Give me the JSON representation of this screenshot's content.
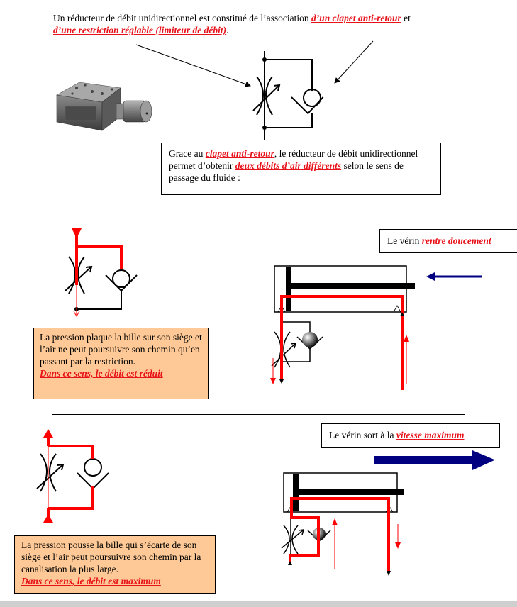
{
  "intro": {
    "text_before": "Un réducteur de débit unidirectionnel est constitué de l’association ",
    "link_clapet": "d’un clapet anti-retour",
    "text_middle": " et ",
    "link_restriction": "d’une restriction réglable (limiteur de débit)",
    "text_after": "."
  },
  "explain_box": {
    "text_1": "Grace au ",
    "em_1": "clapet anti-retour",
    "text_2": ", le réducteur de débit unidirectionnel permet d’obtenir ",
    "em_2": "deux débits d’air différents",
    "text_3": " selon le sens de passage du fluide :"
  },
  "section_reduced": {
    "label_prefix": "Le vérin ",
    "label_em": "rentre doucement",
    "note_text": "La pression plaque la bille sur son siège et l’air ne peut poursuivre son chemin qu’en passant par la restriction.",
    "note_em": "Dans ce sens, le débit est réduit",
    "motion_direction": "left"
  },
  "section_max": {
    "label_prefix": "Le vérin sort à la ",
    "label_em": "vitesse maximum",
    "note_text": "La pression pousse la bille qui s’écarte de son siège et l’air peut poursuivre son chemin par la canalisation la plus large.",
    "note_em": "Dans ce sens, le débit est maximum",
    "motion_direction": "right"
  },
  "colors": {
    "flow": "#ff0000",
    "motion_arrow": "#000080",
    "note_bg": "#fec996",
    "emphasis": "#e8121a"
  },
  "icons": {
    "product_photo": "flow-control-valve-photo",
    "symbol": "one-way-flow-control-valve-symbol",
    "cylinder": "double-acting-cylinder-symbol"
  }
}
